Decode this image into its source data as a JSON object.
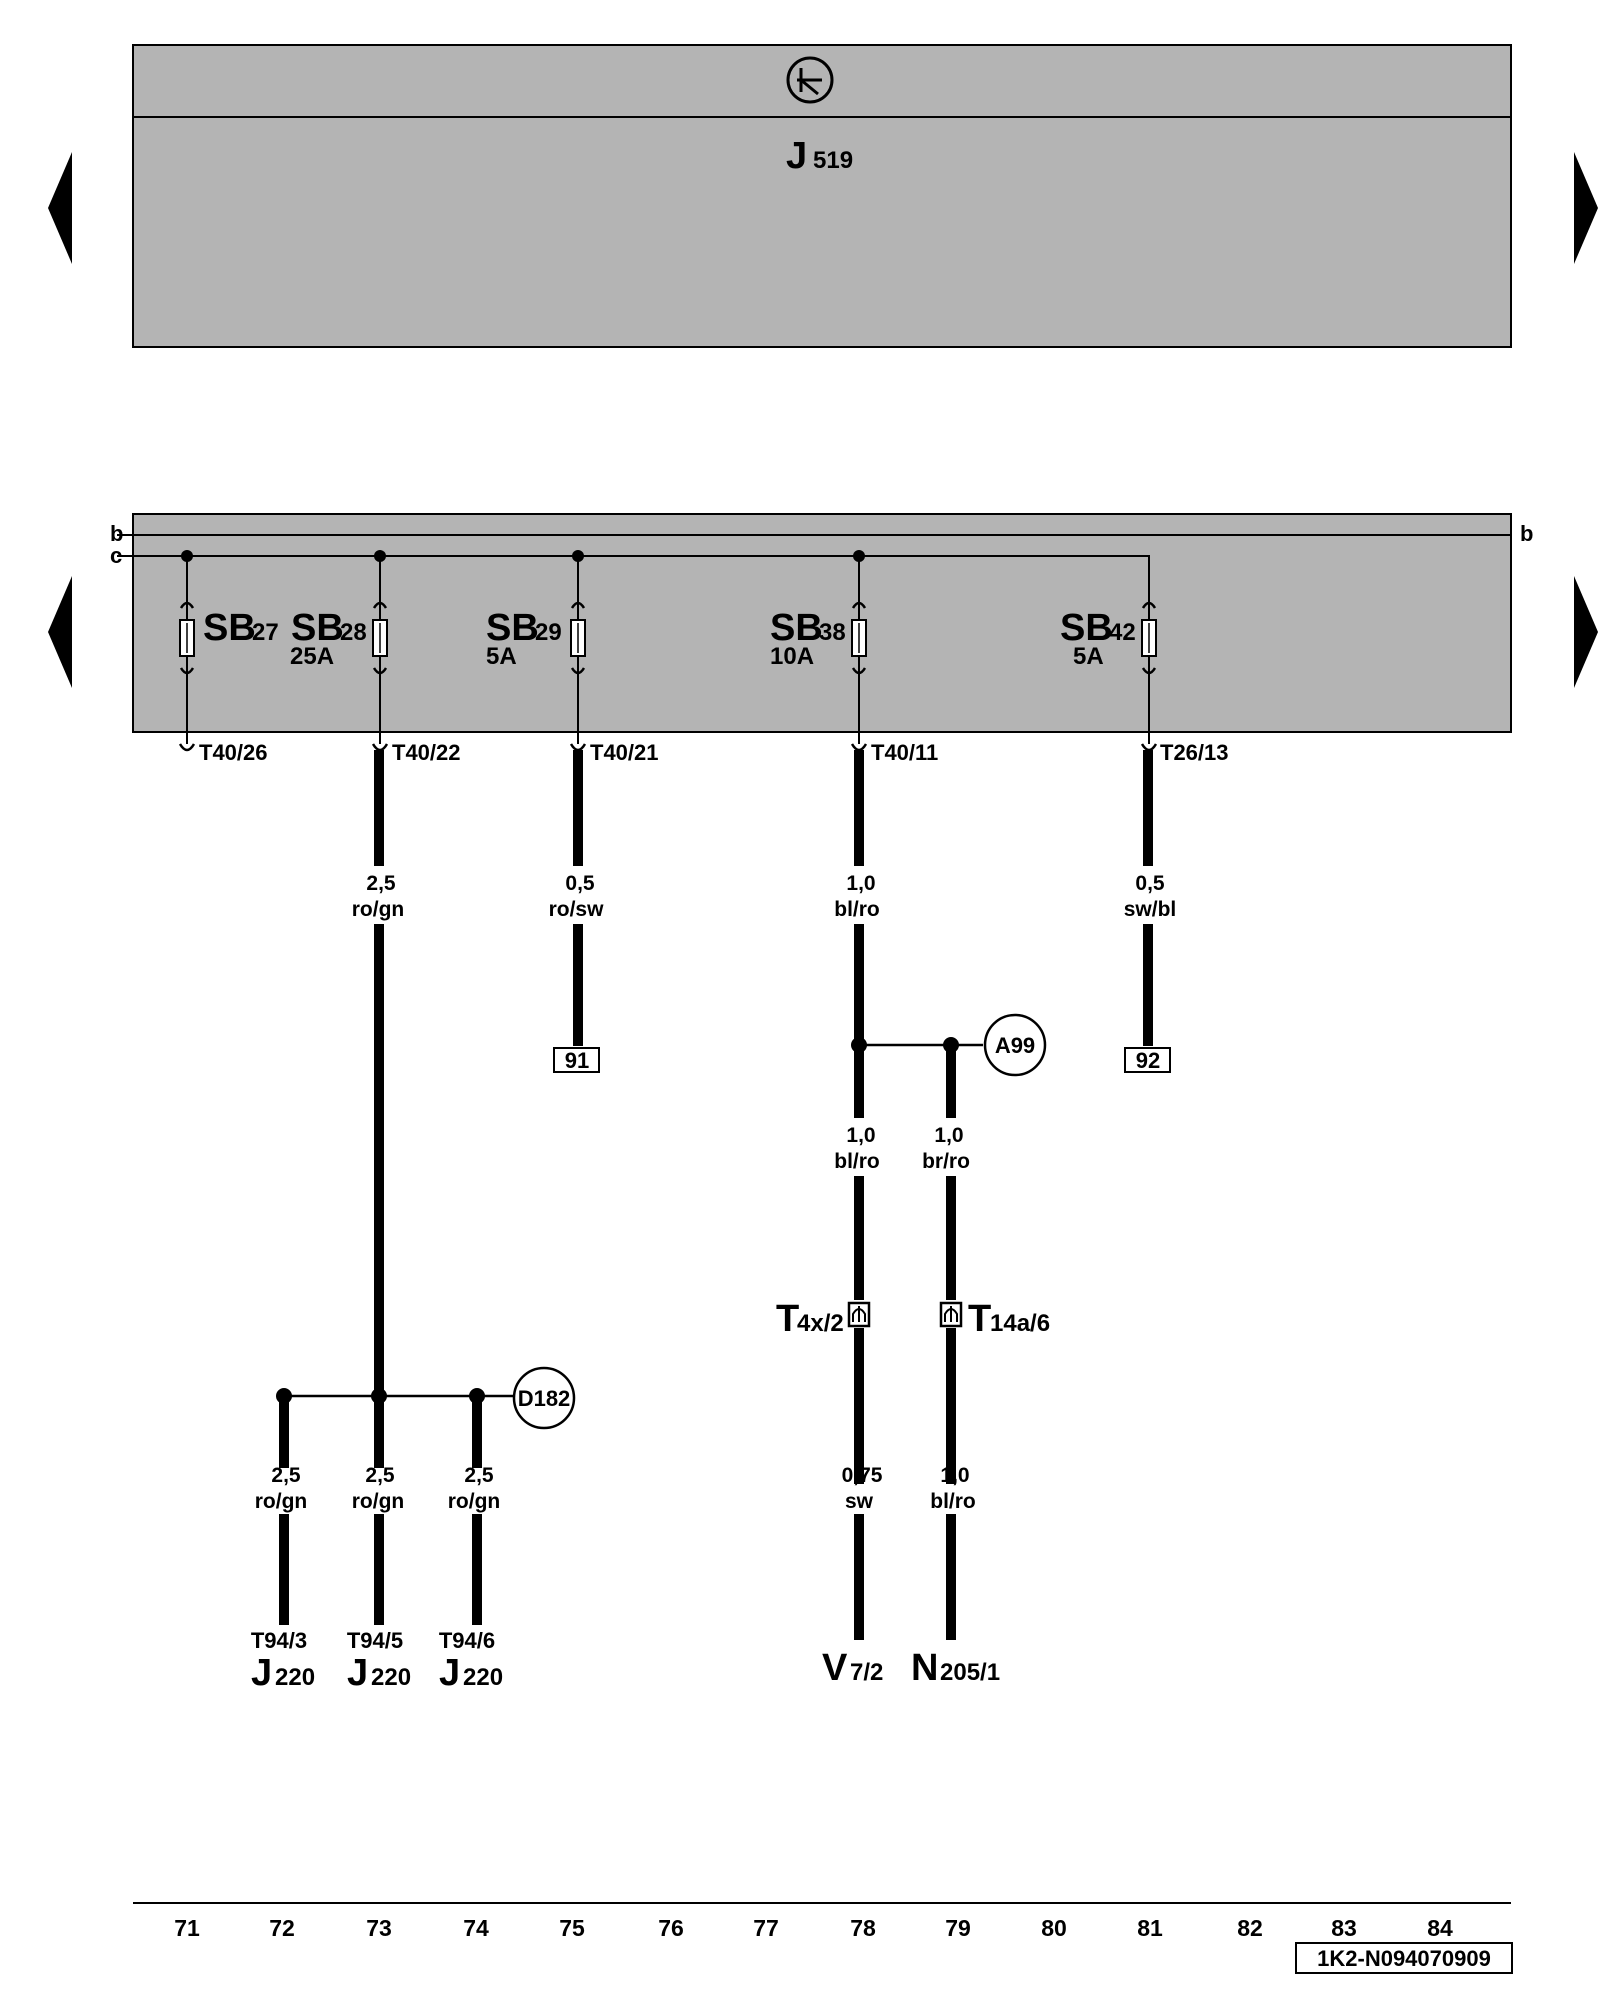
{
  "control_unit": {
    "name": "J",
    "index": "519"
  },
  "bus_labels": {
    "b": "b",
    "c": "c"
  },
  "fuses": [
    {
      "id": "SB",
      "num": "27",
      "rating": ""
    },
    {
      "id": "SB",
      "num": "28",
      "rating": "25A"
    },
    {
      "id": "SB",
      "num": "29",
      "rating": "5A"
    },
    {
      "id": "SB",
      "num": "38",
      "rating": "10A"
    },
    {
      "id": "SB",
      "num": "42",
      "rating": "5A"
    }
  ],
  "pins": [
    "T40/26",
    "T40/22",
    "T40/21",
    "T40/11",
    "T26/13"
  ],
  "wires": [
    {
      "size": "2,5",
      "color": "ro/gn"
    },
    {
      "size": "0,5",
      "color": "ro/sw"
    },
    {
      "size": "1,0",
      "color": "bl/ro"
    },
    {
      "size": "0,5",
      "color": "sw/bl"
    },
    {
      "size": "1,0",
      "color": "bl/ro"
    },
    {
      "size": "1,0",
      "color": "br/ro"
    },
    {
      "size": "2,5",
      "color": "ro/gn"
    },
    {
      "size": "2,5",
      "color": "ro/gn"
    },
    {
      "size": "2,5",
      "color": "ro/gn"
    },
    {
      "size": "0,75",
      "color": "sw"
    },
    {
      "size": "1,0",
      "color": "bl/ro"
    }
  ],
  "references": [
    "91",
    "92"
  ],
  "junctions": [
    "A99",
    "D182"
  ],
  "connectors": [
    {
      "letter": "T",
      "sub": "4x/2"
    },
    {
      "letter": "T",
      "sub": "14a/6"
    }
  ],
  "terminals": [
    {
      "pin": "T94/3",
      "letter": "J",
      "sub": "220"
    },
    {
      "pin": "T94/5",
      "letter": "J",
      "sub": "220"
    },
    {
      "pin": "T94/6",
      "letter": "J",
      "sub": "220"
    },
    {
      "pin": "",
      "letter": "V",
      "sub": "7/2"
    },
    {
      "pin": "",
      "letter": "N",
      "sub": "205/1"
    }
  ],
  "column_numbers": [
    "71",
    "72",
    "73",
    "74",
    "75",
    "76",
    "77",
    "78",
    "79",
    "80",
    "81",
    "82",
    "83",
    "84"
  ],
  "document_id": "1K2-N094070909",
  "colors": {
    "panel": "#b4b4b4",
    "line": "#000000",
    "background": "#ffffff"
  }
}
